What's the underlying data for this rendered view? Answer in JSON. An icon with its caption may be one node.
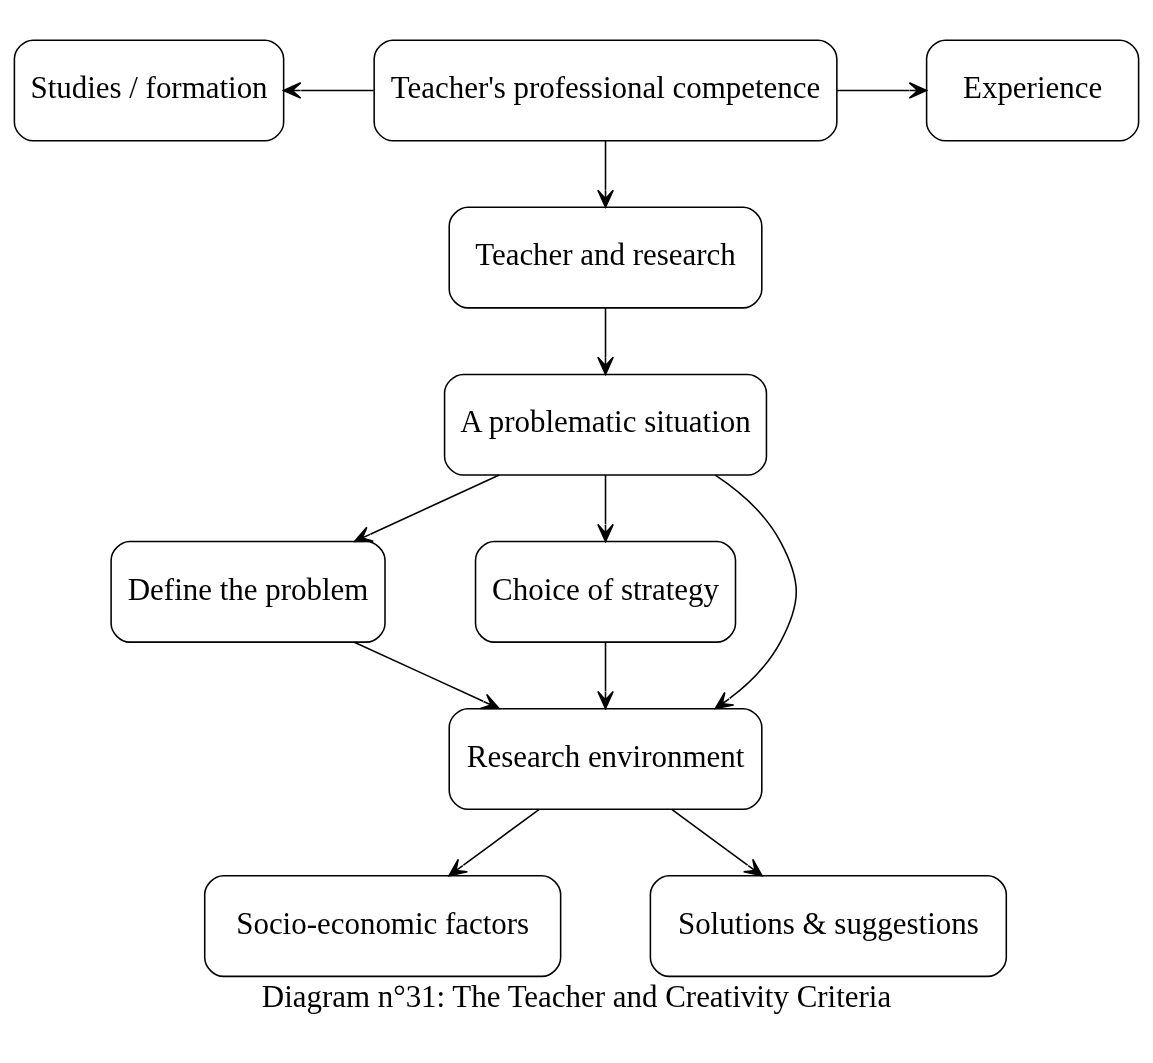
{
  "diagram": {
    "caption": "Diagram n°31: The Teacher and Creativity Criteria",
    "nodes": [
      {
        "text": [
          "Studies / formation"
        ]
      },
      {
        "text": [
          "Teacher's professional competence"
        ]
      },
      {
        "text": [
          "Experience"
        ]
      },
      {
        "text": [
          "Teacher and research"
        ]
      },
      {
        "text": [
          "A problematic situation"
        ]
      },
      {
        "text": [
          "Define the problem"
        ]
      },
      {
        "text": [
          "Choice of strategy"
        ]
      },
      {
        "text": [
          "Research environment"
        ]
      },
      {
        "text": [
          "Socio-economic factors"
        ]
      },
      {
        "text": [
          "Solutions & suggestions"
        ]
      }
    ],
    "edges": [
      {
        "from": 1,
        "to": 0,
        "arrow": "to"
      },
      {
        "from": 1,
        "to": 2,
        "arrow": "to"
      },
      {
        "from": 1,
        "to": 3,
        "arrow": "to"
      },
      {
        "from": 3,
        "to": 4,
        "arrow": "to"
      },
      {
        "from": 4,
        "to": 5,
        "arrow": "to"
      },
      {
        "from": 4,
        "to": 7,
        "arrow": "to"
      },
      {
        "from": 4,
        "to": 6,
        "arrow": "to"
      },
      {
        "from": 5,
        "to": 7,
        "arrow": "to"
      },
      {
        "from": 6,
        "to": 7,
        "arrow": "to"
      },
      {
        "from": 7,
        "to": 8,
        "arrow": "to"
      },
      {
        "from": 7,
        "to": 9,
        "arrow": "to"
      }
    ]
  }
}
